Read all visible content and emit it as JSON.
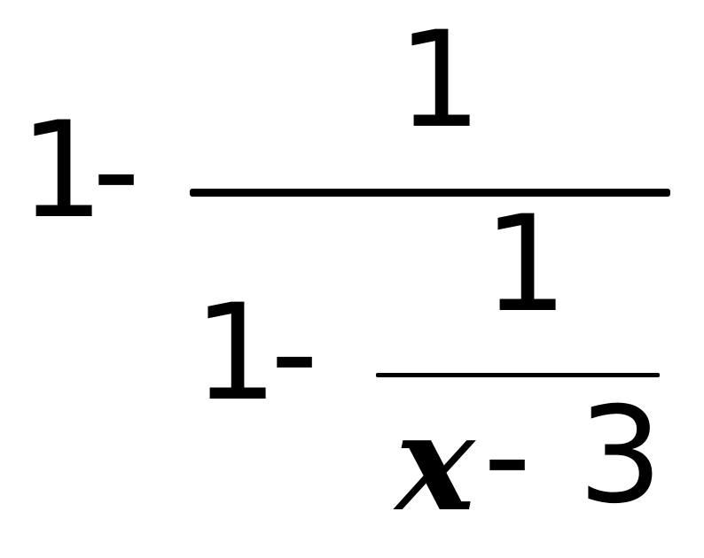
{
  "expression": {
    "outer_lead_one": "1",
    "outer_minus": "-",
    "outer_numerator": "1",
    "inner_lead_one": "1",
    "inner_minus": "-",
    "inner_numerator": "1",
    "denominator_variable": "x",
    "denominator_minus": "-",
    "denominator_constant": "3"
  },
  "colors": {
    "ink": "#000000",
    "background": "#ffffff"
  }
}
